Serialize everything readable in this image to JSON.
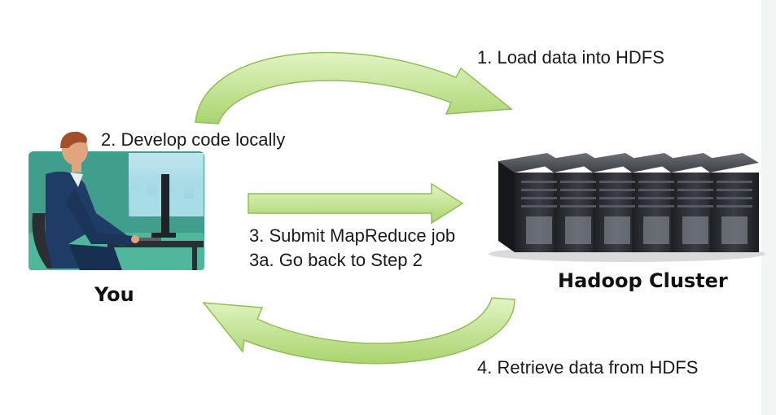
{
  "steps": {
    "load": "1. Load data into HDFS",
    "develop": "2. Develop code locally",
    "submit": "3. Submit MapReduce job",
    "go_back": "3a. Go back to Step 2",
    "retrieve": "4. Retrieve data from HDFS"
  },
  "nodes": {
    "you": "You",
    "cluster": "Hadoop Cluster"
  },
  "colors": {
    "arrow_fill": "#c6e59a",
    "arrow_stroke": "#8fbf55",
    "illustration_bg": "#3f9e8c",
    "server_body": "#2a2d31"
  },
  "icons": {
    "developer": "developer-at-computer-illustration",
    "cluster": "server-rack-icon"
  }
}
